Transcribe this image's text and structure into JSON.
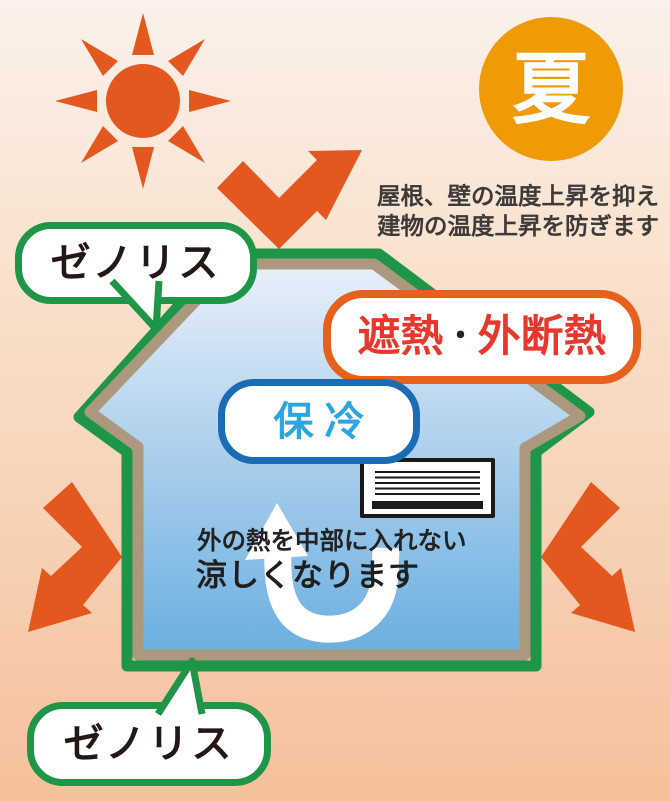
{
  "season_badge": {
    "label": "夏"
  },
  "description": {
    "line1": "屋根、壁の温度上昇を抑え",
    "line2": "建物の温度上昇を防ぎます"
  },
  "bubbles": {
    "top": "ゼノリス",
    "bottom": "ゼノリス"
  },
  "shield_label": {
    "left": "遮熱",
    "separator": "・",
    "right": "外断熱"
  },
  "cool_label": {
    "text": "保 冷"
  },
  "interior": {
    "line1": "外の熱を中部に入れない",
    "line2": "涼しくなります"
  },
  "icons": {
    "sun": "sun-icon",
    "summer_badge": "summer-circle-badge",
    "house": "insulated-house",
    "arrow_top": "heat-bounce-arrow-roof",
    "arrow_left": "heat-bounce-arrow-left-wall",
    "arrow_right": "heat-bounce-arrow-right-wall",
    "cool_arrow": "cool-air-circulation-arrow",
    "ac": "air-conditioner-icon"
  },
  "colors": {
    "bg-top": "#FBF1EA",
    "bg-bottom": "#F5C09B",
    "orange": "#E4571E",
    "summer": "#F09A05",
    "green": "#1E9547",
    "tan": "#AB987F",
    "shield-border": "#E8611C",
    "shield-red": "#E8382D",
    "dot": "#2A2420",
    "cool-border": "#1A6DB5",
    "cool-text": "#2CA6E0",
    "house-top": "#ECF2FA",
    "house-mid": "#A9CEEC",
    "house-bottom": "#66ADDF",
    "ink": "#3E3A39"
  }
}
